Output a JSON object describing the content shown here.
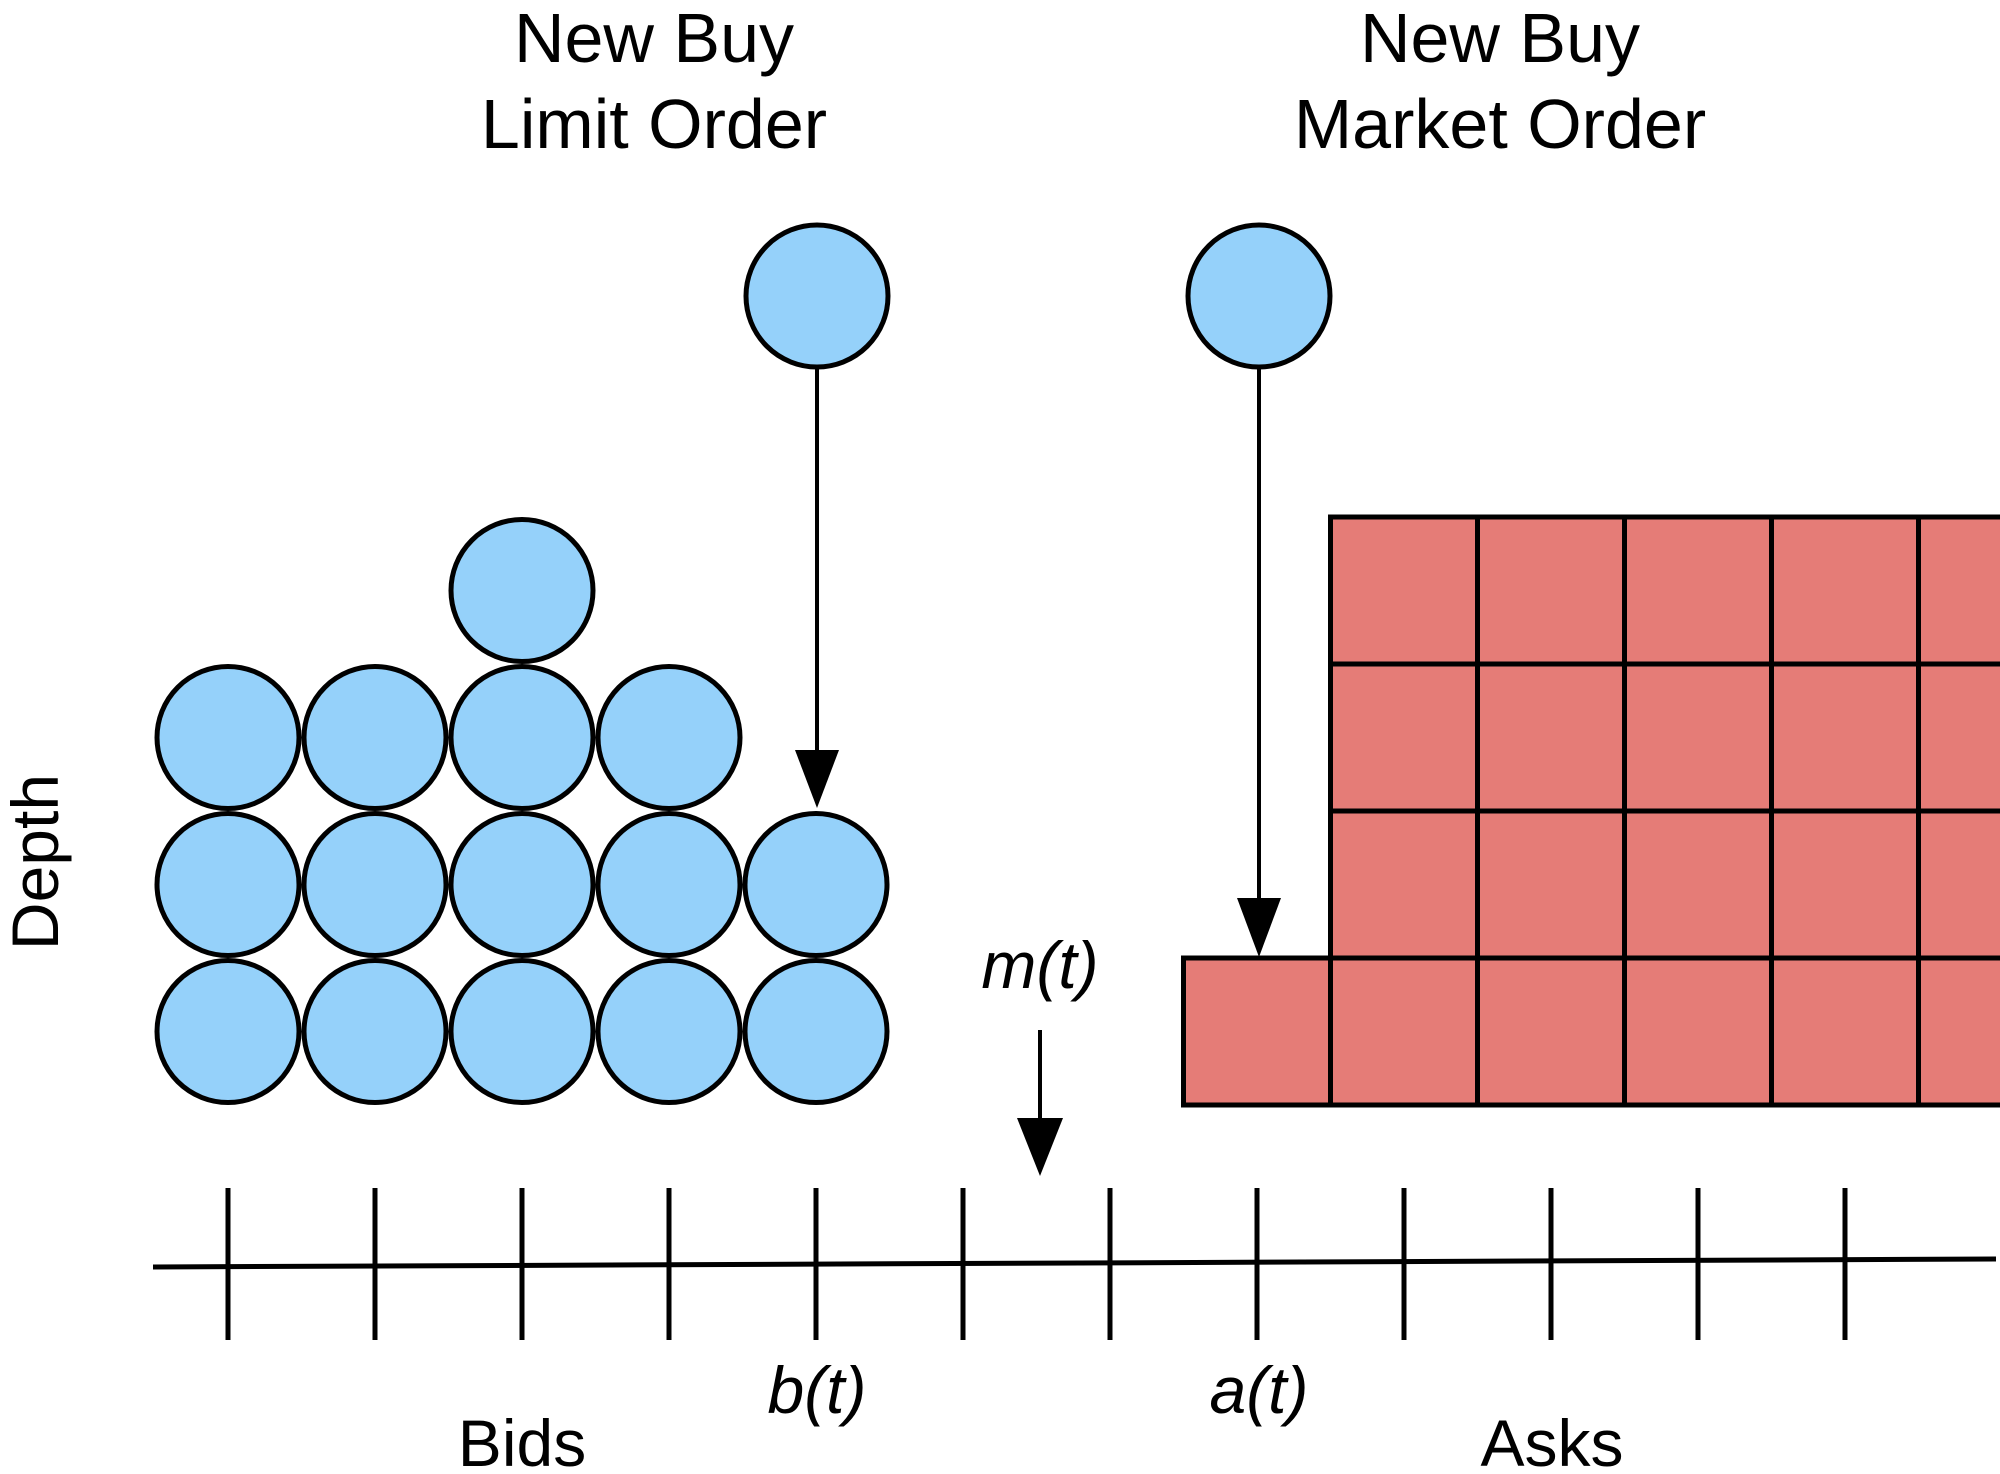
{
  "labels": {
    "limit_title_line1": "New Buy",
    "limit_title_line2": "Limit Order",
    "market_title_line1": "New Buy",
    "market_title_line2": "Market Order",
    "y_axis": "Depth",
    "mid_price": "m(t)",
    "best_bid": "b(t)",
    "best_ask": "a(t)",
    "bids": "Bids",
    "asks": "Asks"
  },
  "order_book": {
    "price_ticks": 12,
    "bid_depth_by_tick": [
      3,
      3,
      4,
      3,
      2
    ],
    "ask_depth_by_tick": [
      1,
      4,
      4,
      4,
      4,
      4
    ],
    "best_bid_tick_index": 5,
    "best_ask_tick_index": 8,
    "mid_price_between_ticks": [
      6,
      7
    ],
    "incoming_limit_order_tick_index": 5,
    "incoming_market_order_tick_index": 8
  },
  "colors": {
    "bid_order": "#95d1fa",
    "ask_order": "#e57c77",
    "outline": "#000000"
  }
}
